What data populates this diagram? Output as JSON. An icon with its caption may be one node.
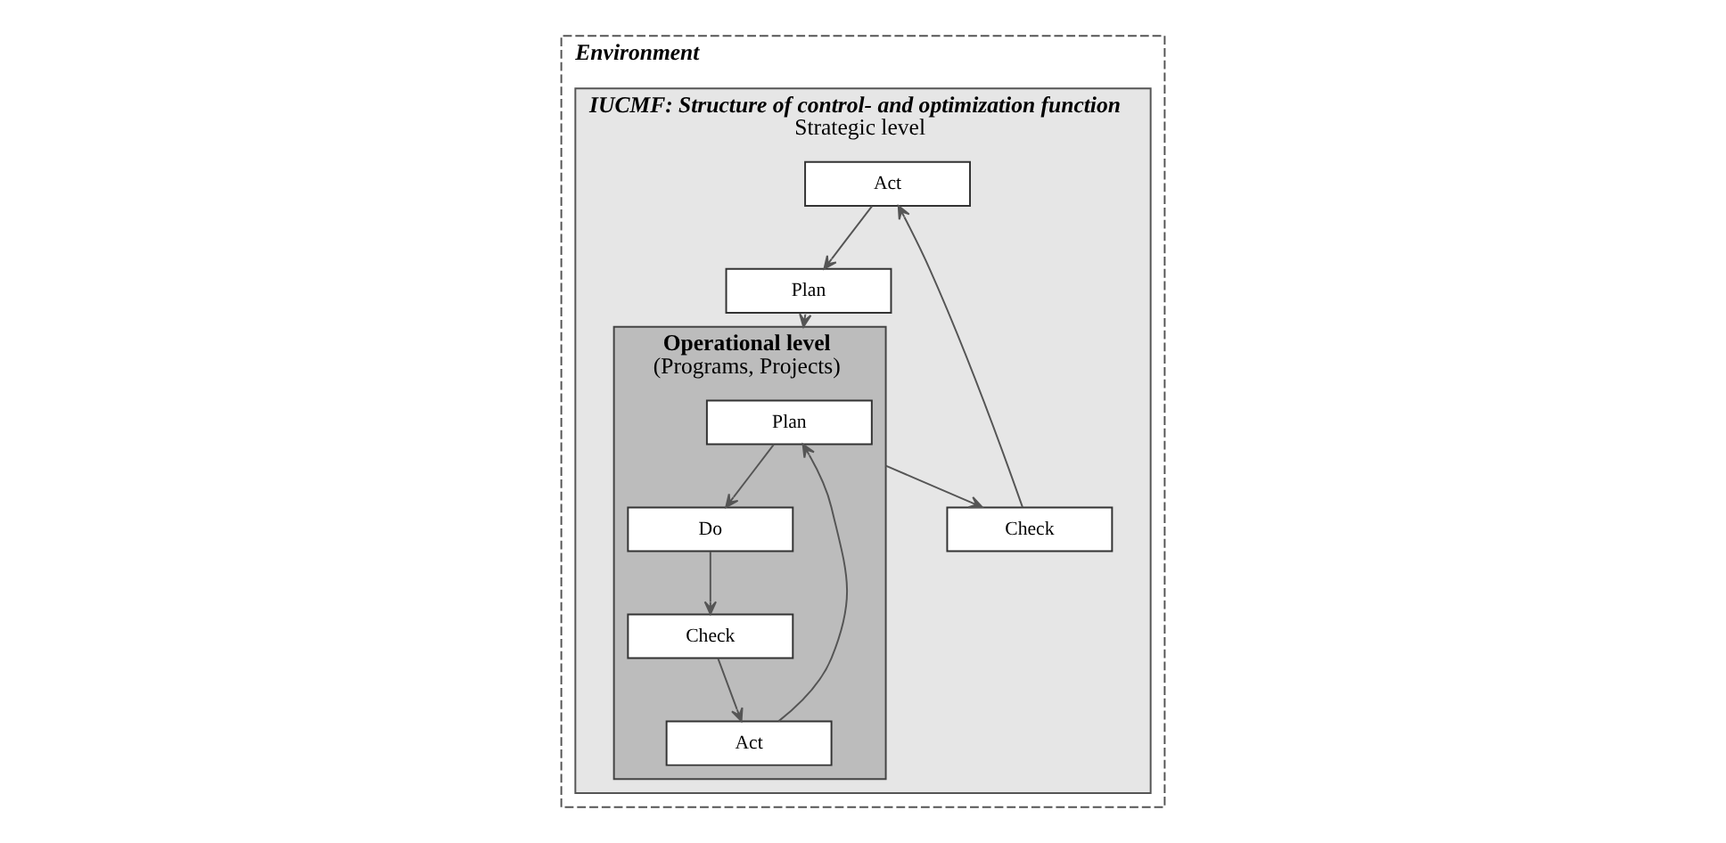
{
  "diagram": {
    "nodes": [
      {
        "text": [
          "Environment"
        ]
      },
      {
        "text": [
          "IUCMF: Structure of control- and optimization function",
          "Strategic level"
        ],
        "in": 0
      },
      {
        "text": [
          "Act"
        ],
        "in": 1
      },
      {
        "text": [
          "Plan"
        ],
        "in": 1
      },
      {
        "text": [
          "Check"
        ],
        "in": 1
      },
      {
        "text": [
          "Operational level",
          "(Programs, Projects)"
        ],
        "in": 1
      },
      {
        "text": [
          "Plan"
        ],
        "in": 5
      },
      {
        "text": [
          "Do"
        ],
        "in": 5
      },
      {
        "text": [
          "Check"
        ],
        "in": 5
      },
      {
        "text": [
          "Act"
        ],
        "in": 5
      }
    ],
    "edges": [
      {
        "from": 4,
        "to": 2,
        "arrow": "to"
      },
      {
        "from": 2,
        "to": 3,
        "arrow": "to"
      },
      {
        "from": 3,
        "to": 5,
        "arrow": "to"
      },
      {
        "from": 5,
        "to": 4,
        "arrow": "to"
      },
      {
        "from": 9,
        "to": 6,
        "arrow": "to"
      },
      {
        "from": 6,
        "to": 7,
        "arrow": "to"
      },
      {
        "from": 7,
        "to": 8,
        "arrow": "to"
      },
      {
        "from": 8,
        "to": 9,
        "arrow": "to"
      }
    ]
  }
}
